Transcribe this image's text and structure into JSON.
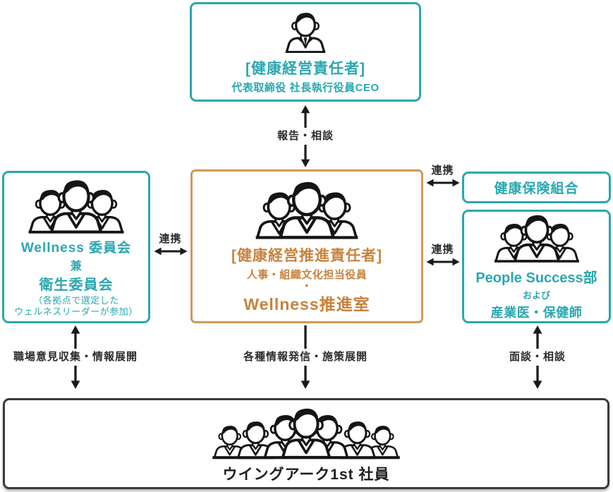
{
  "colors": {
    "teal": "#2AA7B0",
    "orange_border": "#D0995A",
    "orange_text": "#C8823C",
    "dark": "#3A3A3A",
    "label": "#2B2B2B"
  },
  "boxes": {
    "ceo": {
      "title": "[健康経営責任者]",
      "subtitle": "代表取締役 社長執行役員CEO"
    },
    "promotion": {
      "title": "[健康経営推進責任者]",
      "dept": "人事・組織文化担当役員",
      "bullet": "・",
      "office": "Wellness推進室"
    },
    "wellness_committee": {
      "line1": "Wellness 委員会",
      "line2": "兼",
      "line3": "衛生委員会",
      "note1": "（各拠点で選定した",
      "note2": "ウェルネスリーダーが参加）"
    },
    "insurance": {
      "title": "健康保険組合"
    },
    "people_success": {
      "line1": "People Success部",
      "line2": "および",
      "line3": "産業医・保健師"
    },
    "employees": {
      "title": "ウイングアーク1st 社員"
    }
  },
  "connectors": {
    "report": "報告・相談",
    "link_left": "連携",
    "link_right_top": "連携",
    "link_right_bottom": "連携",
    "feedback": "職場意見収集・情報展開",
    "broadcast": "各種情報発信・施策展開",
    "interview": "面談・相談"
  },
  "icons": {
    "person": "business-person-bust",
    "group3": "three-people-group",
    "group7": "seven-people-group",
    "arrow_up": "↑",
    "arrow_down": "↓",
    "arrow_double": "↔"
  }
}
